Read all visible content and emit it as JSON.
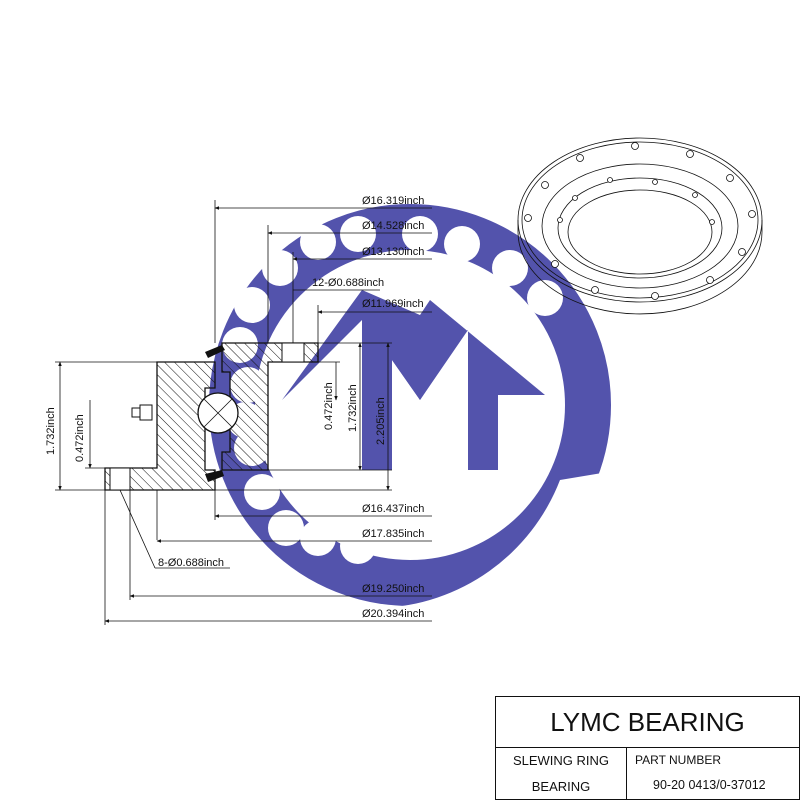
{
  "dimensions": {
    "d1": "Ø16.319inch",
    "d2": "Ø14.528inch",
    "d3": "Ø13.130inch",
    "holes_top": "12-Ø0.688inch",
    "d4": "Ø11.969inch",
    "d5": "Ø16.437inch",
    "d6": "Ø17.835inch",
    "holes_bottom": "8-Ø0.688inch",
    "d7": "Ø19.250inch",
    "d8": "Ø20.394inch",
    "h_left_total": "1.732inch",
    "h_left_flange": "0.472inch",
    "h_inner_flange": "0.472inch",
    "h_inner_total": "1.732inch",
    "h_overall": "2.205inch"
  },
  "title_block": {
    "company": "LYMC BEARING",
    "product_line1": "SLEWING RING",
    "product_line2": "BEARING",
    "part_label": "PART  NUMBER",
    "part_number": "90-20 0413/0-37012"
  },
  "colors": {
    "watermark": "#4a4aa8",
    "line": "#111111"
  }
}
